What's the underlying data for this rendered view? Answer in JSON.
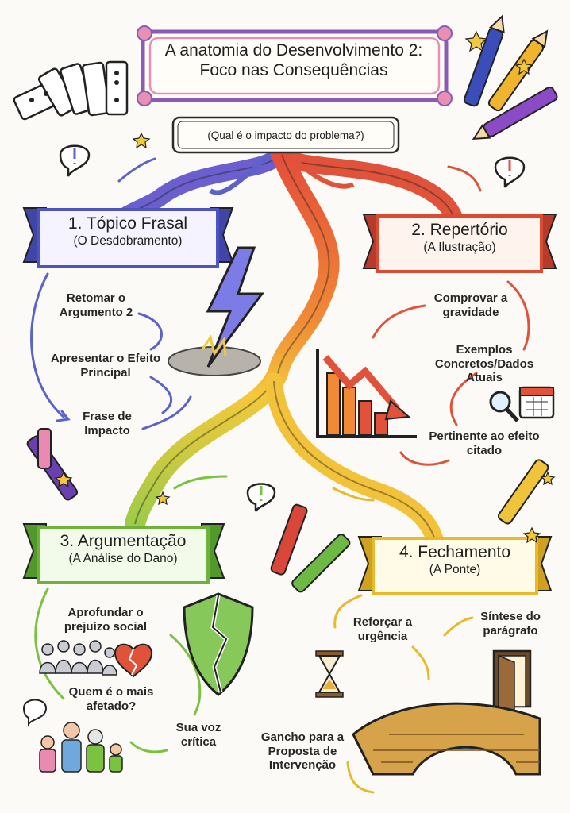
{
  "title": {
    "line1": "A anatomia do Desenvolvimento 2:",
    "line2": "Foco nas Consequências"
  },
  "question": "(Qual é o impacto do problema?)",
  "branches": [
    {
      "heading": "1. Tópico Frasal",
      "sub": "(O Desdobramento)",
      "color": "#5b63c9",
      "items": [
        "Retomar o Argumento 2",
        "Apresentar o Efeito Principal",
        "Frase de Impacto"
      ]
    },
    {
      "heading": "2. Repertório",
      "sub": "(A Ilustração)",
      "color": "#e0533a",
      "items": [
        "Comprovar a gravidade",
        "Exemplos Concretos/Dados Atuais",
        "Pertinente ao efeito citado"
      ]
    },
    {
      "heading": "3. Argumentação",
      "sub": "(A Análise do Dano)",
      "color": "#7cc241",
      "items": [
        "Aprofundar o prejuízo social",
        "Quem é o mais afetado?",
        "Sua voz crítica"
      ]
    },
    {
      "heading": "4. Fechamento",
      "sub": "(A Ponte)",
      "color": "#f2c93a",
      "items": [
        "Reforçar a urgência",
        "Síntese do parágrafo",
        "Gancho para a Proposta de Intervenção"
      ]
    }
  ],
  "icons": [
    "domino-icon",
    "pens-icon",
    "lightning-icon",
    "falling-chart-icon",
    "magnifier-icon",
    "calendar-icon",
    "broken-shield-icon",
    "broken-heart-icon",
    "crowd-icon",
    "family-icon",
    "hourglass-icon",
    "door-icon",
    "bridge-icon",
    "star-icon",
    "speech-bubble-icon"
  ]
}
